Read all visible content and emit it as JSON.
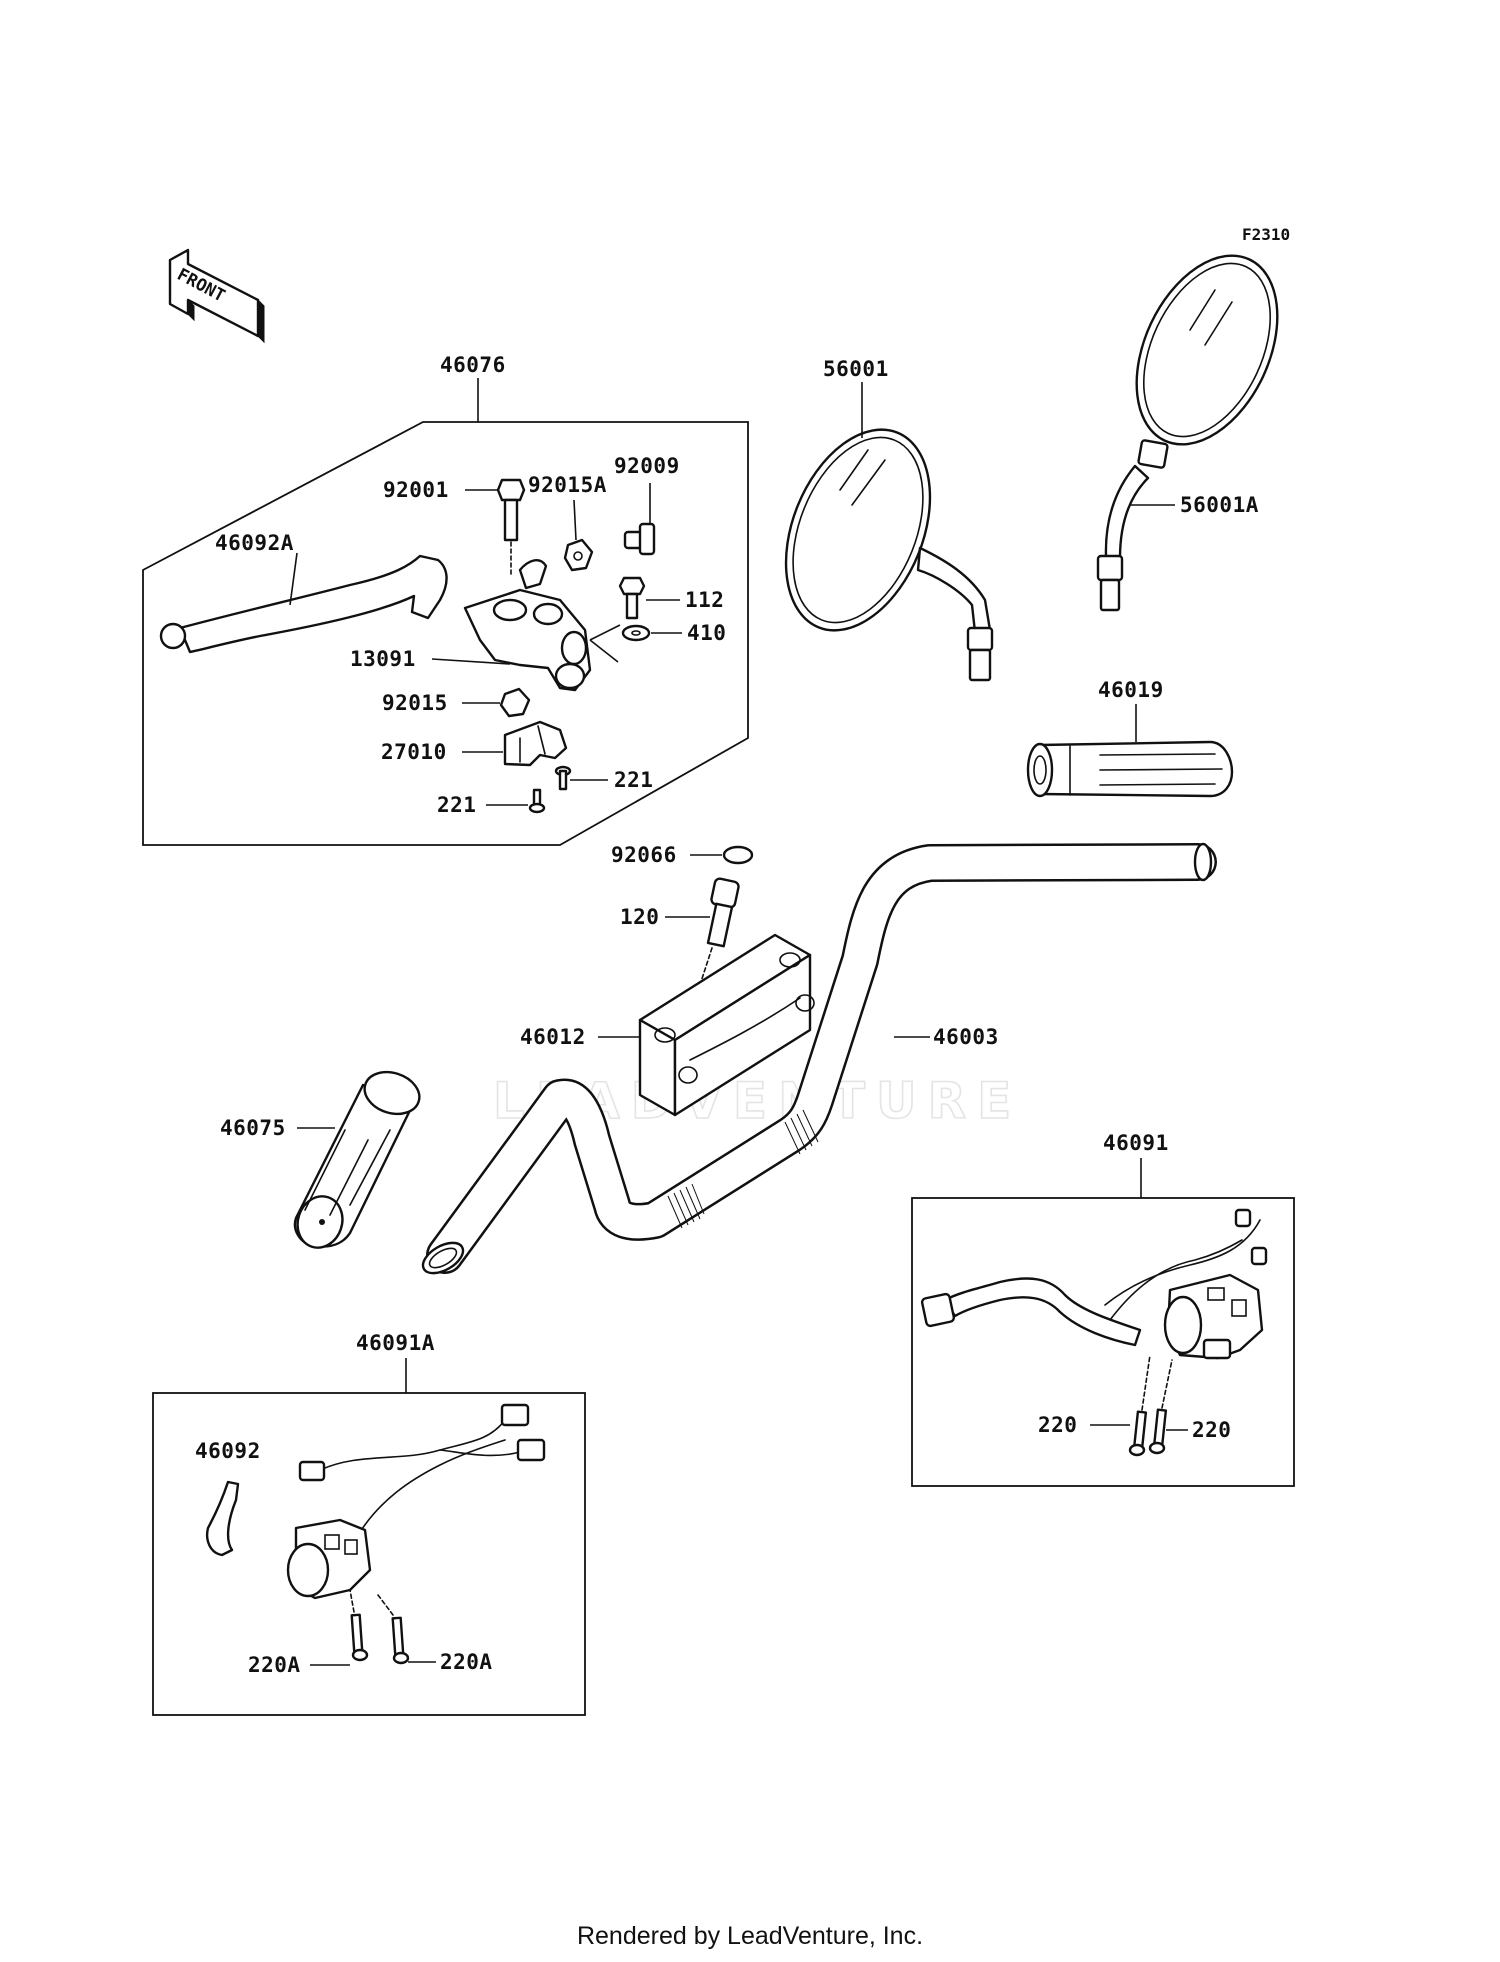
{
  "figure_code": "F2310",
  "front_marker": "FRONT",
  "watermark": "LEADVENTURE",
  "footer": "Rendered by LeadVenture, Inc.",
  "callouts": {
    "p46076": "46076",
    "p92001": "92001",
    "p92015A": "92015A",
    "p92009": "92009",
    "p46092A": "46092A",
    "p112": "112",
    "p410": "410",
    "p13091": "13091",
    "p92015": "92015",
    "p27010": "27010",
    "p221a": "221",
    "p221b": "221",
    "p56001": "56001",
    "p56001A": "56001A",
    "p46019": "46019",
    "p92066": "92066",
    "p120": "120",
    "p46012": "46012",
    "p46003": "46003",
    "p46075": "46075",
    "p46091": "46091",
    "p220a": "220",
    "p220b": "220",
    "p46091A": "46091A",
    "p46092": "46092",
    "p220Aa": "220A",
    "p220Ab": "220A"
  }
}
